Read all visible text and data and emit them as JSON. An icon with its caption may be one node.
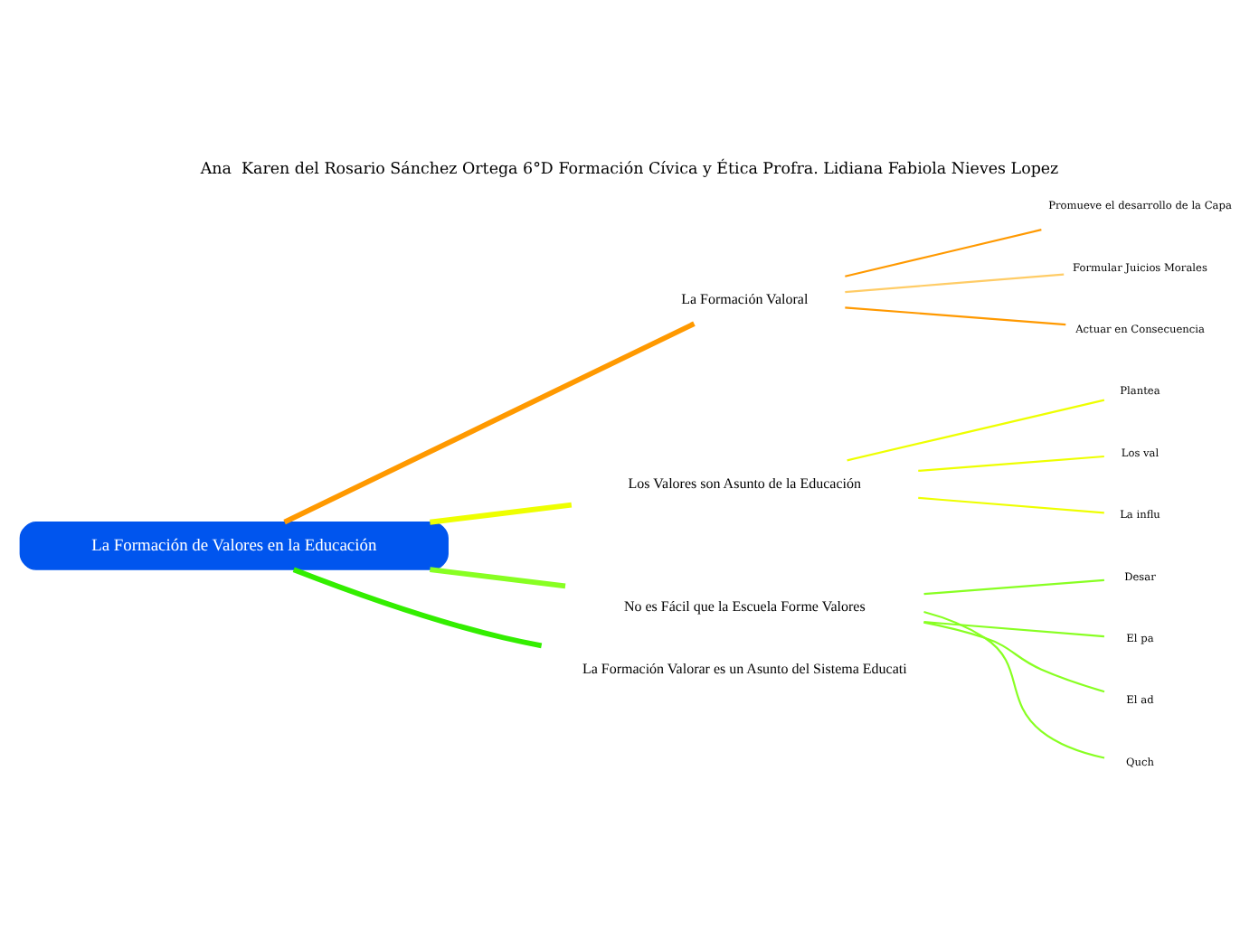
{
  "diagram": {
    "title": "Ana  Karen del Rosario Sánchez Ortega 6°D Formación Cívica y Ética Profra. Lidiana Fabiola Nieves Lopez",
    "nodes": [
      {
        "text": [
          "La Formación de Valores en la Educación"
        ]
      },
      {
        "text": [
          "La Formación Valoral"
        ]
      },
      {
        "text": [
          "Promueve el desarrollo de la Capa"
        ]
      },
      {
        "text": [
          "Formular Juicios Morales"
        ]
      },
      {
        "text": [
          "Actuar en Consecuencia"
        ]
      },
      {
        "text": [
          "Los Valores son Asunto de la Educación"
        ]
      },
      {
        "text": [
          "Plantea"
        ]
      },
      {
        "text": [
          "Los val"
        ]
      },
      {
        "text": [
          "La influ"
        ]
      },
      {
        "text": [
          "No es Fácil que la Escuela Forme Valores"
        ]
      },
      {
        "text": [
          "Desar"
        ]
      },
      {
        "text": [
          "El pa"
        ]
      },
      {
        "text": [
          "El ad"
        ]
      },
      {
        "text": [
          "Quch"
        ]
      },
      {
        "text": [
          "La Formación Valorar es un Asunto del Sistema Educati"
        ]
      }
    ],
    "edges": [
      {
        "from": 0,
        "to": 1,
        "arrow": "none",
        "color": "#ff9900",
        "style": "thick"
      },
      {
        "from": 1,
        "to": 2,
        "arrow": "none",
        "color": "#ff9900"
      },
      {
        "from": 1,
        "to": 3,
        "arrow": "none",
        "color": "#ffcc66"
      },
      {
        "from": 1,
        "to": 4,
        "arrow": "none",
        "color": "#ff9900"
      },
      {
        "from": 0,
        "to": 5,
        "arrow": "none",
        "color": "#eeff00",
        "style": "thick"
      },
      {
        "from": 5,
        "to": 6,
        "arrow": "none",
        "color": "#eeff00"
      },
      {
        "from": 5,
        "to": 7,
        "arrow": "none",
        "color": "#eeff00"
      },
      {
        "from": 5,
        "to": 8,
        "arrow": "none",
        "color": "#eeff00"
      },
      {
        "from": 0,
        "to": 9,
        "arrow": "none",
        "color": "#88ff22",
        "style": "thick"
      },
      {
        "from": 9,
        "to": 10,
        "arrow": "none",
        "color": "#88ff22"
      },
      {
        "from": 9,
        "to": 11,
        "arrow": "none",
        "color": "#88ff22"
      },
      {
        "from": 9,
        "to": 12,
        "arrow": "none",
        "color": "#88ff22"
      },
      {
        "from": 9,
        "to": 13,
        "arrow": "none",
        "color": "#88ff22"
      },
      {
        "from": 0,
        "to": 14,
        "arrow": "none",
        "color": "#33ee00",
        "style": "thick"
      }
    ]
  }
}
